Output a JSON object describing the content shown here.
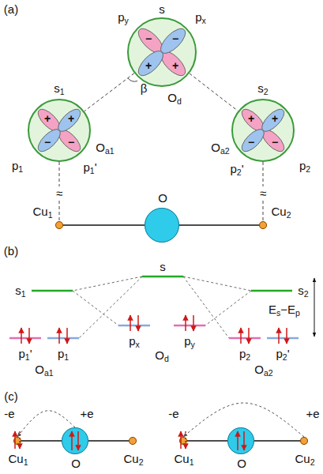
{
  "diagram": {
    "nodes": [
      {
        "text": [
          "Od"
        ]
      },
      {
        "text": [
          "Oa1"
        ]
      },
      {
        "text": [
          "Oa2"
        ]
      },
      {
        "text": [
          "Cu1"
        ]
      },
      {
        "text": [
          "O"
        ]
      },
      {
        "text": [
          "Cu2"
        ]
      },
      {
        "text": [
          "Cu1"
        ]
      },
      {
        "text": [
          "O"
        ]
      },
      {
        "text": [
          "Cu2"
        ]
      },
      {
        "text": [
          "Cu1"
        ]
      },
      {
        "text": [
          "O"
        ]
      },
      {
        "text": [
          "Cu2"
        ]
      }
    ],
    "edges": [
      {
        "from": 0,
        "to": 1,
        "arrow": "none"
      },
      {
        "from": 0,
        "to": 2,
        "arrow": "none"
      },
      {
        "from": 1,
        "to": 3,
        "arrow": "none"
      },
      {
        "from": 2,
        "to": 5,
        "arrow": "none"
      },
      {
        "from": 3,
        "to": 4,
        "arrow": "none"
      },
      {
        "from": 4,
        "to": 5,
        "arrow": "none"
      },
      {
        "from": 6,
        "to": 7,
        "arrow": "none"
      },
      {
        "from": 7,
        "to": 8,
        "arrow": "none"
      },
      {
        "from": 7,
        "to": 6,
        "arrow": "to"
      },
      {
        "from": 9,
        "to": 10,
        "arrow": "none"
      },
      {
        "from": 10,
        "to": 11,
        "arrow": "none"
      },
      {
        "from": 11,
        "to": 9,
        "arrow": "to"
      }
    ],
    "labels": [
      "(a)",
      "py",
      "s",
      "px",
      "−",
      "−",
      "+",
      "+",
      "s1",
      "p1",
      "p1'",
      "+",
      "+",
      "−",
      "−",
      "s2",
      "p2'",
      "p2",
      "+",
      "+",
      "−",
      "−",
      "β",
      "≈",
      "≈",
      "(b)",
      "s1",
      "s",
      "s2",
      "p1'",
      "p1",
      "Oa1",
      "px",
      "py",
      "Od",
      "p2",
      "Oa2",
      "p2'",
      "Es−Ep",
      "(c)",
      "-e",
      "+e",
      "-e",
      "+e"
    ]
  }
}
